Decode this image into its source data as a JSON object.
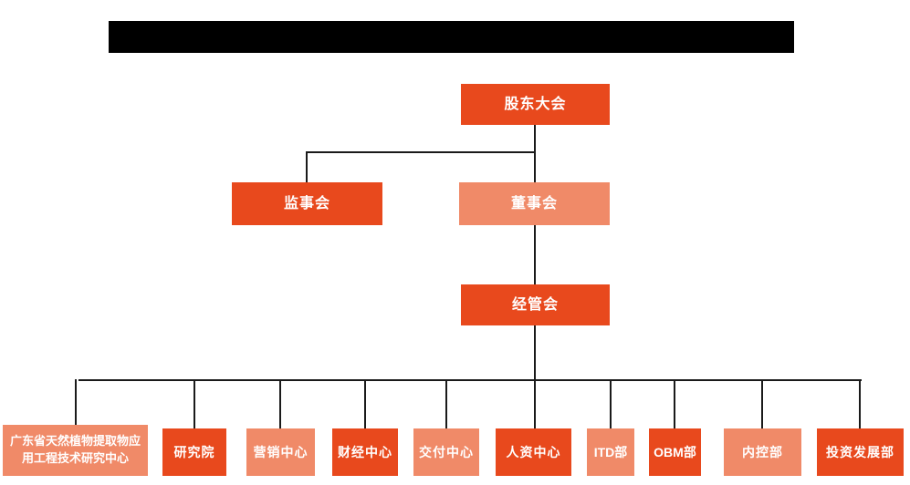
{
  "header": {
    "redacted": true
  },
  "colors": {
    "primary": "#E8491D",
    "secondary": "#F08A68",
    "line": "#1A1A1A",
    "text": "#FFFFFF",
    "redaction": "#000000",
    "background": "#FFFFFF"
  },
  "org": {
    "root": {
      "label": "股东大会",
      "tone": "primary"
    },
    "level2": [
      {
        "label": "监事会",
        "tone": "primary"
      },
      {
        "label": "董事会",
        "tone": "secondary"
      }
    ],
    "level3": {
      "label": "经管会",
      "tone": "primary"
    },
    "departments": [
      {
        "label": "广东省天然植物提取物应用工程技术研究中心",
        "tone": "secondary"
      },
      {
        "label": "研究院",
        "tone": "primary"
      },
      {
        "label": "营销中心",
        "tone": "secondary"
      },
      {
        "label": "财经中心",
        "tone": "primary"
      },
      {
        "label": "交付中心",
        "tone": "secondary"
      },
      {
        "label": "人资中心",
        "tone": "primary"
      },
      {
        "label": "ITD部",
        "tone": "secondary"
      },
      {
        "label": "OBM部",
        "tone": "primary"
      },
      {
        "label": "内控部",
        "tone": "secondary"
      },
      {
        "label": "投资发展部",
        "tone": "primary"
      }
    ]
  }
}
